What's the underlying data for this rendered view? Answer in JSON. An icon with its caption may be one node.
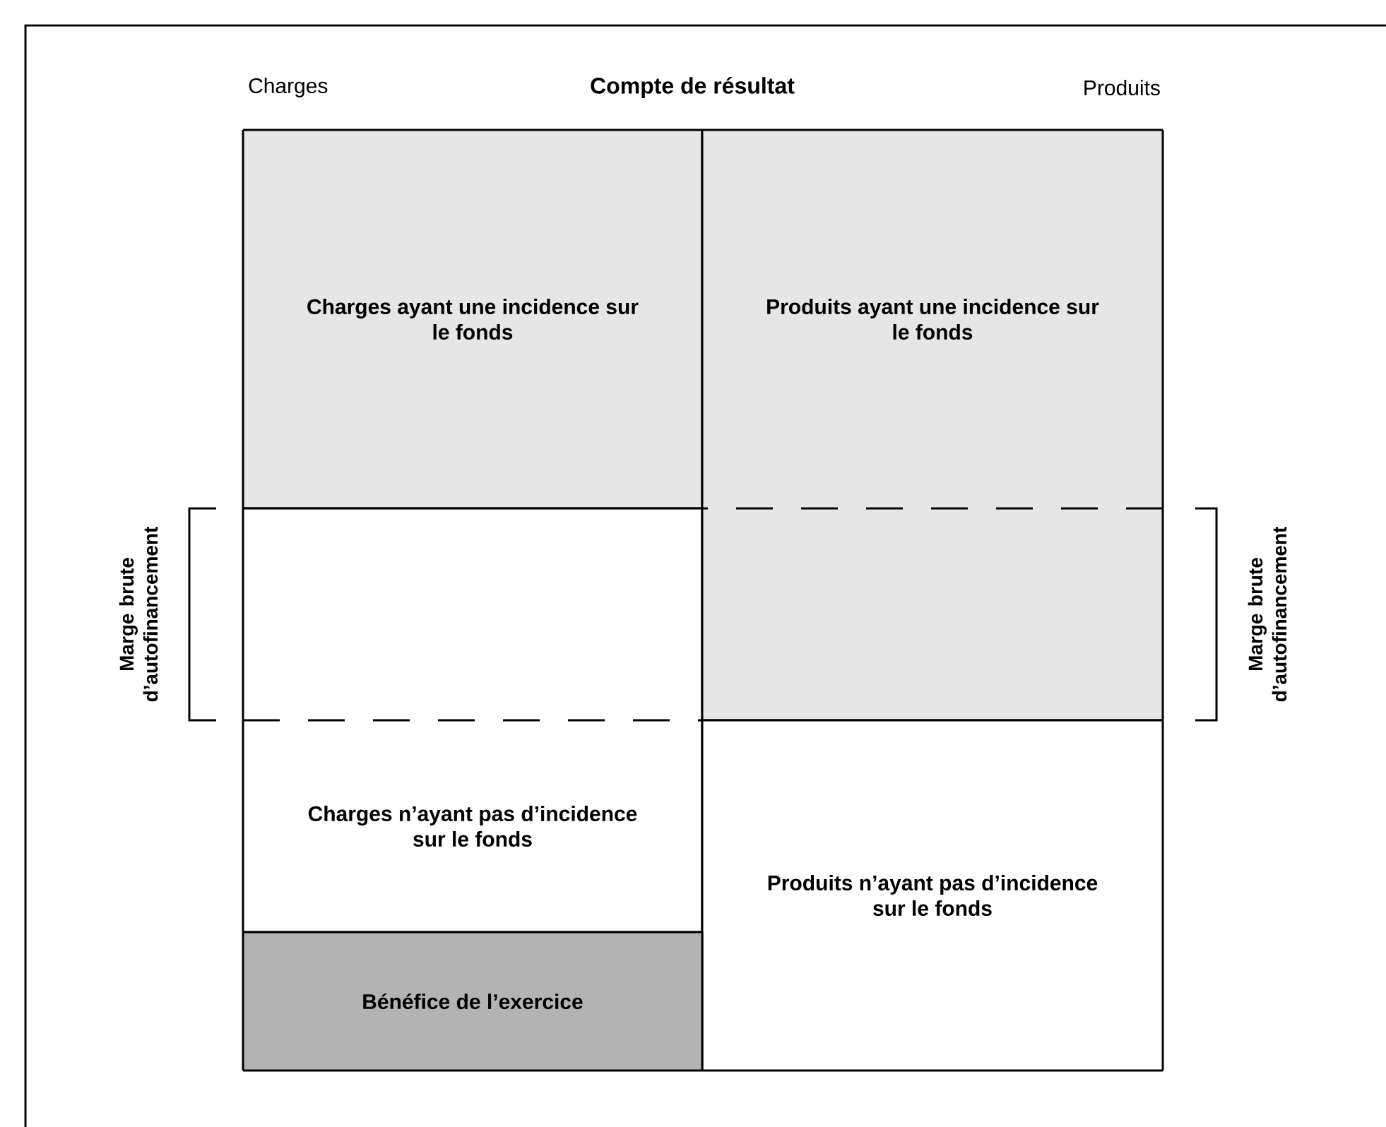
{
  "diagram": {
    "title": "Compte de résultat",
    "nodes": [
      {
        "text": [
          "Charges ayant une incidence sur le fonds"
        ]
      },
      {
        "text": [
          "Produits ayant une incidence sur le fonds"
        ]
      },
      {
        "text": [],
        "shape": "box"
      },
      {
        "text": [],
        "shape": "box"
      },
      {
        "text": [
          "Charges n’ayant pas d’incidence sur le fonds"
        ]
      },
      {
        "text": [
          "Produits n’ayant pas d’incidence sur le fonds"
        ]
      },
      {
        "text": [
          "Bénéfice de l’exercice"
        ]
      }
    ],
    "labels": [
      "Charges",
      "Produits",
      "Marge brute d’autofinancement",
      "Marge brute d’autofinancement"
    ]
  }
}
